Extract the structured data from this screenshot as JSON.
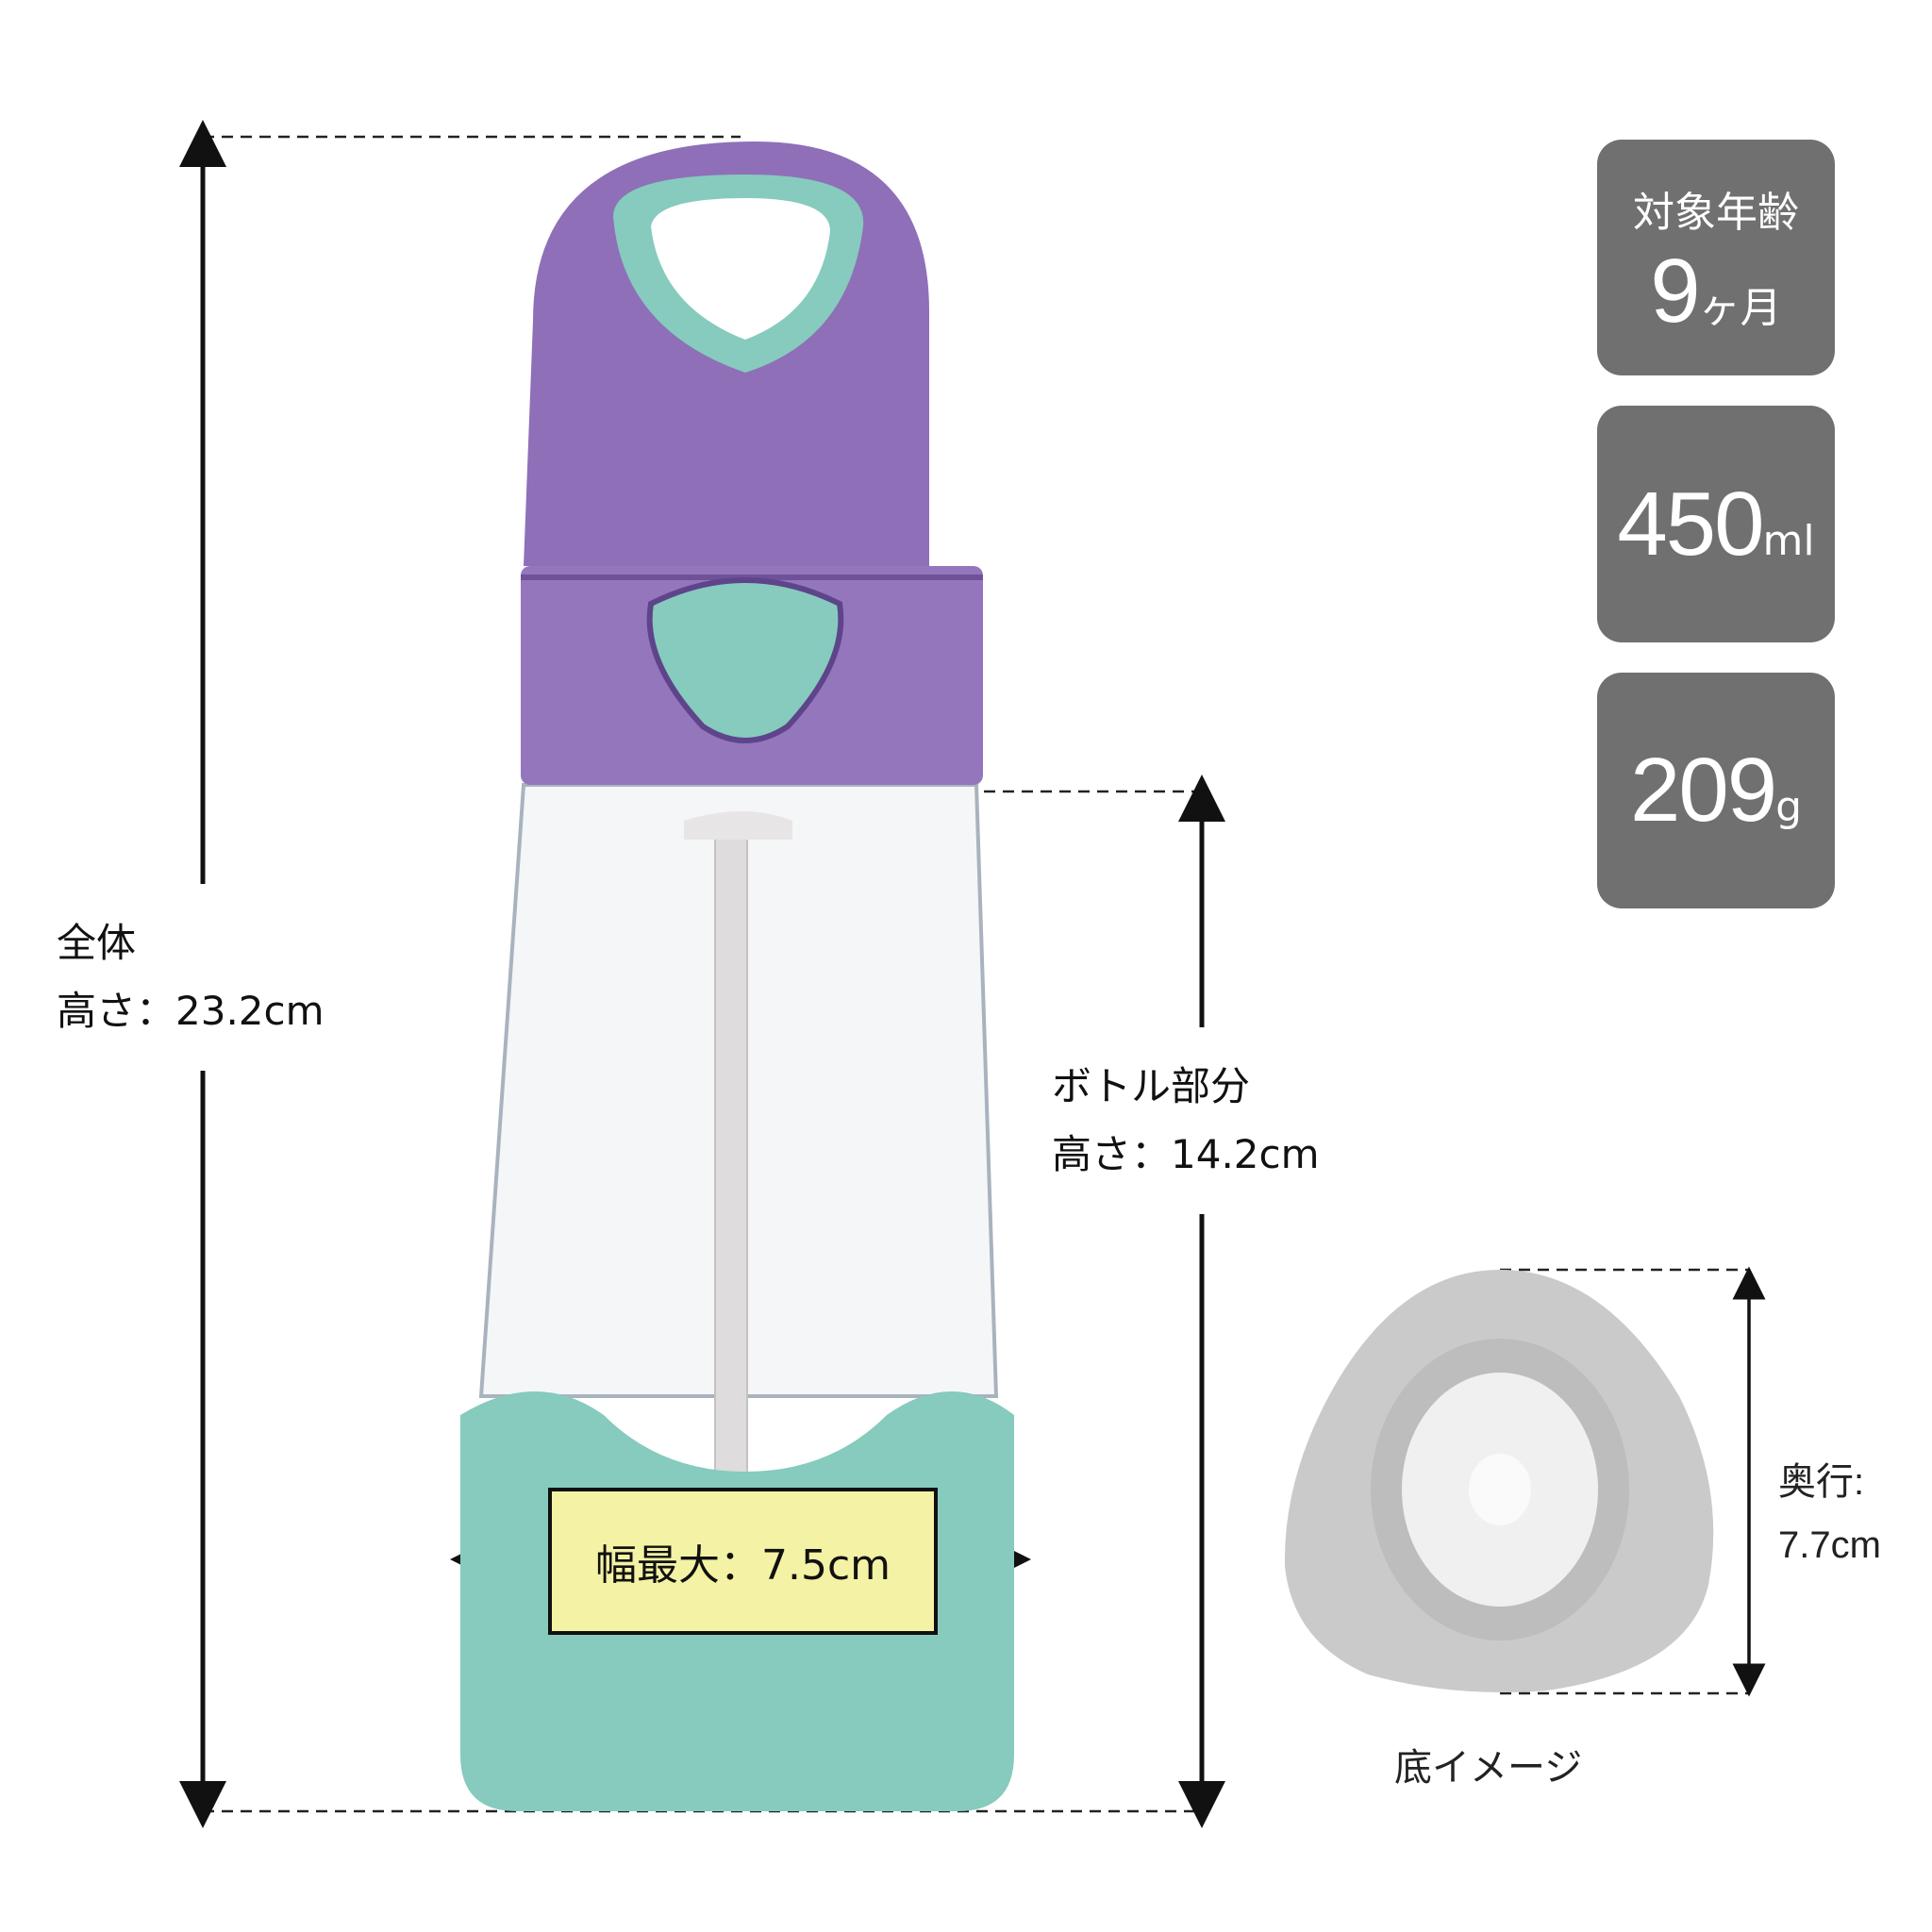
{
  "overall": {
    "title": "全体",
    "height": "高さ：23.2cm"
  },
  "bottle_part": {
    "title": "ボトル部分",
    "height": "高さ：14.2cm"
  },
  "width": {
    "label": "幅最大：7.5cm"
  },
  "badges": [
    {
      "label": "対象年齢",
      "value": "9",
      "unit": "ヶ月"
    },
    {
      "value": "450",
      "unit": "ml"
    },
    {
      "value": "209",
      "unit": "g"
    }
  ],
  "bottom": {
    "depth_label": "奥行:",
    "depth_value": "7.7cm",
    "caption": "底イメージ"
  },
  "colors": {
    "cap": "#8f6fb8",
    "accent": "#86cbbd",
    "badge": "#707070",
    "label_box": "#f4f2a4"
  }
}
